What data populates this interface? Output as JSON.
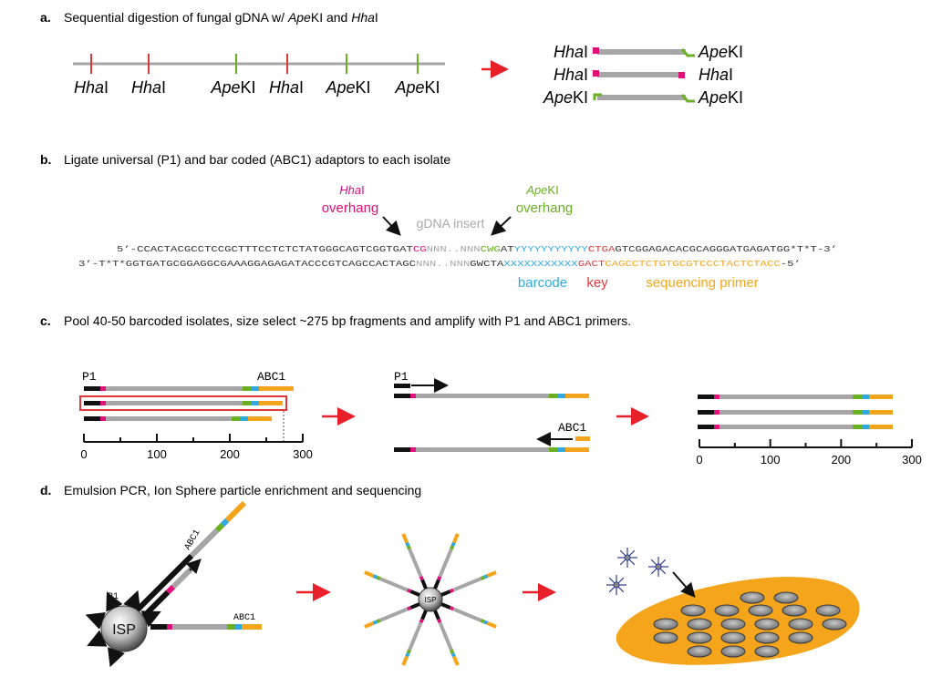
{
  "colors": {
    "hhai": "#e0107a",
    "apeki": "#6ab023",
    "gray": "#a6a6a6",
    "barcode": "#2fa9e0",
    "key": "#e0383a",
    "primer": "#f5a51b",
    "arrow_red": "#e8202a"
  },
  "panel_a": {
    "letter": "a.",
    "title": "Sequential digestion of fungal gDNA w/",
    "title_ape_italic": "Ape",
    "title_ape_rest": "KI and",
    "title_hha_italic": "Hha",
    "title_hha_rest": "I",
    "cut_labels": [
      {
        "italic": "Hha",
        "rest": "I"
      },
      {
        "italic": "Hha",
        "rest": "I"
      },
      {
        "italic": "Ape",
        "rest": "KI"
      },
      {
        "italic": "Hha",
        "rest": "I"
      },
      {
        "italic": "Ape",
        "rest": "KI"
      },
      {
        "italic": "Ape",
        "rest": "KI"
      }
    ],
    "fragments": [
      {
        "left": {
          "italic": "Hha",
          "rest": "I"
        },
        "right": {
          "italic": "Ape",
          "rest": "KI"
        }
      },
      {
        "left": {
          "italic": "Hha",
          "rest": "I"
        },
        "right": {
          "italic": "Hha",
          "rest": "I"
        }
      },
      {
        "left": {
          "italic": "Ape",
          "rest": "KI"
        },
        "right": {
          "italic": "Ape",
          "rest": "KI"
        }
      }
    ]
  },
  "panel_b": {
    "letter": "b.",
    "title": "Ligate universal (P1) and bar coded (ABC1) adaptors to each isolate",
    "hhai_italic": "Hha",
    "hhai_rest": "I",
    "hhai_overhang": "overhang",
    "apeki_italic": "Ape",
    "apeki_rest": "KI",
    "apeki_overhang": "overhang",
    "insert_label": "gDNA insert",
    "top_seq": {
      "a": "5’-CCACTACGCCTCCGCTTTCCTCTCTATGGGCAGTCGGTGAT",
      "b": "CG",
      "c": "NNN..NNN",
      "d": "CWG",
      "e": "AT",
      "f": "YYYYYYYYYYY",
      "g": "CTGA",
      "h": "GTCGGAGACACGCAGGGATGAGATGG*T*T-3’"
    },
    "bottom_seq": {
      "a": "3’-T*T*GGTGATGCGGAGGCGAAAGGAGAGATACCCGTCAGCCACTAGC",
      "b": "NNN..NNN",
      "c": "GWC",
      "d": "TA",
      "e": "XXXXXXXXXXX",
      "f": "GACT",
      "g": "CAGCCTCTGTGCGTCCCTACTCTACC",
      "h": "-5’"
    },
    "barcode_label": "barcode",
    "key_label": "key",
    "primer_label": "sequencing primer"
  },
  "panel_c": {
    "letter": "c.",
    "title": "Pool 40-50 barcoded isolates, size select ~275 bp fragments and amplify with P1 and ABC1 primers.",
    "p1_label": "P1",
    "abc1_label": "ABC1",
    "axis_ticks": [
      "0",
      "100",
      "200",
      "300"
    ],
    "selection_bp": 275
  },
  "panel_d": {
    "letter": "d.",
    "title": "Emulsion PCR, Ion Sphere particle enrichment and sequencing",
    "isp_label": "ISP",
    "isp_small_label": "ISP",
    "p1_label": "P1",
    "abc1_label_a": "ABC1",
    "abc1_label_b": "ABC1"
  }
}
